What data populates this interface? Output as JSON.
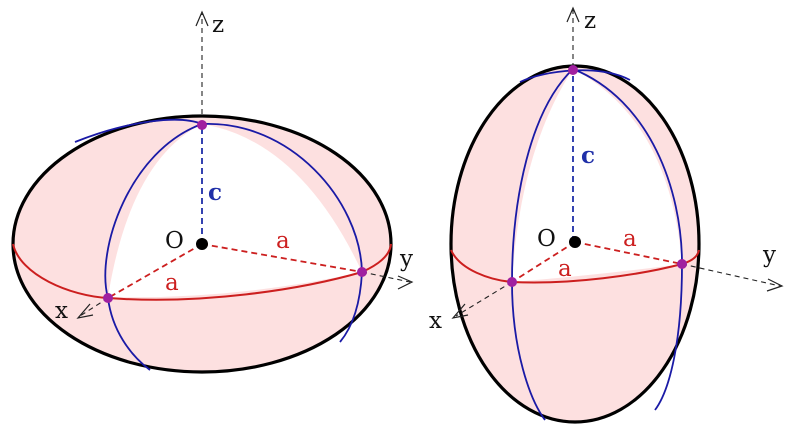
{
  "figures": [
    {
      "kind": "oblate-spheroid",
      "labels": {
        "z": "z",
        "y": "y",
        "x": "x",
        "origin": "O",
        "semi_axis_a_y": "a",
        "semi_axis_a_x": "a",
        "semi_axis_c": "c"
      }
    },
    {
      "kind": "prolate-spheroid",
      "labels": {
        "z": "z",
        "y": "y",
        "x": "x",
        "origin": "O",
        "semi_axis_a_y": "a",
        "semi_axis_a_x": "a",
        "semi_axis_c": "c"
      }
    }
  ],
  "colors": {
    "fill": "#fde0e0",
    "outline": "#000000",
    "equator": "#cc1f1f",
    "meridian": "#1a1aa6",
    "semi_axis_a": "#cc1f1f",
    "semi_axis_c": "#1f2fa8",
    "vertex": "#a020a0"
  }
}
